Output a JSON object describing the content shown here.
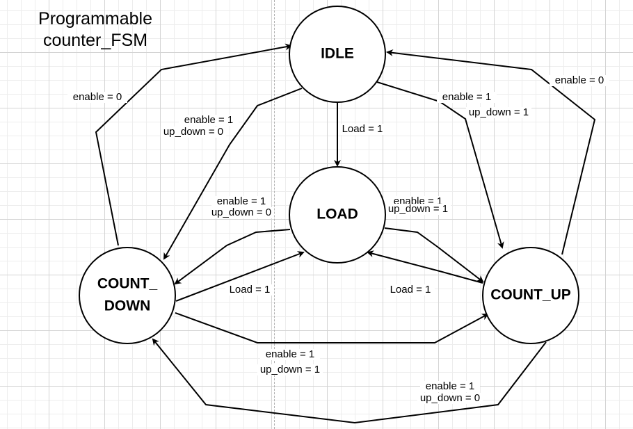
{
  "title": "Programmable\ncounter_FSM",
  "colors": {
    "stroke": "#000000",
    "node_fill": "#ffffff",
    "text": "#000000"
  },
  "states": [
    {
      "id": "idle",
      "label": "IDLE"
    },
    {
      "id": "load",
      "label": "LOAD"
    },
    {
      "id": "count_down",
      "label": "COUNT_\nDOWN"
    },
    {
      "id": "count_up",
      "label": "COUNT_UP"
    }
  ],
  "transitions": [
    {
      "id": "count_down-to-idle",
      "from": "count_down",
      "to": "idle",
      "label": "enable = 0"
    },
    {
      "id": "idle-to-count_down",
      "from": "idle",
      "to": "count_down",
      "label": "enable = 1\nup_down = 0"
    },
    {
      "id": "idle-to-load",
      "from": "idle",
      "to": "load",
      "label": "Load = 1"
    },
    {
      "id": "idle-to-count_up",
      "from": "idle",
      "to": "count_up",
      "label": "enable = 1\nup_down = 1"
    },
    {
      "id": "count_up-to-idle",
      "from": "count_up",
      "to": "idle",
      "label": "enable = 0"
    },
    {
      "id": "load-to-count_down",
      "from": "load",
      "to": "count_down",
      "label": "enable = 1\nup_down = 0"
    },
    {
      "id": "load-to-count_up",
      "from": "load",
      "to": "count_up",
      "label": "enable = 1\nup_down = 1"
    },
    {
      "id": "count_down-to-load",
      "from": "count_down",
      "to": "load",
      "label": "Load = 1"
    },
    {
      "id": "count_up-to-load",
      "from": "count_up",
      "to": "load",
      "label": "Load = 1"
    },
    {
      "id": "count_down-to-count_up",
      "from": "count_down",
      "to": "count_up",
      "label": "enable = 1\nup_down = 1"
    },
    {
      "id": "count_up-to-count_down",
      "from": "count_up",
      "to": "count_down",
      "label": "enable = 1\nup_down = 0"
    }
  ]
}
